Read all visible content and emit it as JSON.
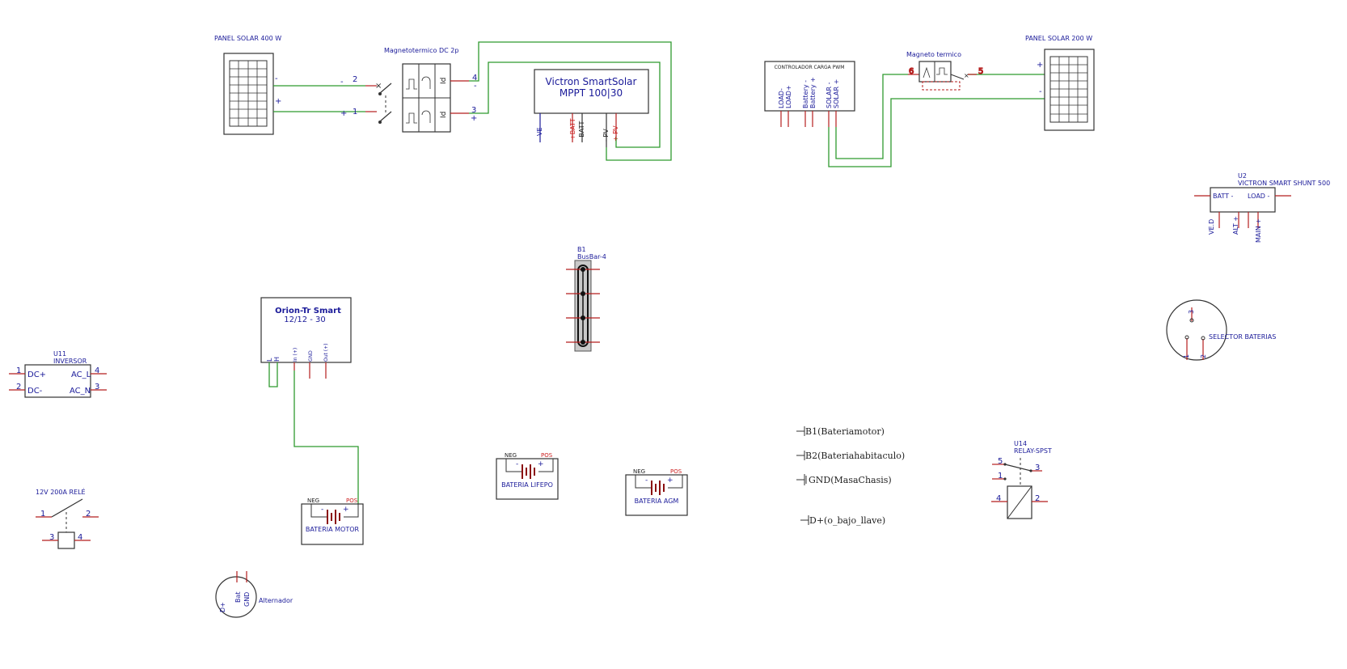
{
  "components": {
    "panel_400": {
      "title": "PANEL SOLAR 400 W",
      "pin_neg": "-",
      "pin_pos": "+"
    },
    "breaker_dc": {
      "title": "Magnetotermico DC 2p",
      "p1": "1",
      "p2": "2",
      "p3": "3",
      "p4": "4",
      "m1": "-",
      "m2": "+",
      "m3": "-",
      "m4": "+",
      "id_label": "Id"
    },
    "mppt": {
      "line1": "Victron SmartSolar",
      "line2": "MPPT 100|30",
      "pin_ve": "VE",
      "pin_batt_pos": "+BATT",
      "pin_batt_neg": "- BATT",
      "pin_pv_neg": "- PV",
      "pin_pv_pos": "+ PV"
    },
    "pwm": {
      "title": "CONTROLADOR CARGA PWM",
      "pins": [
        "LOAD-",
        "LOAD+",
        "Battery -",
        "Battery +",
        "SOLAR -",
        "SOLAR +"
      ]
    },
    "breaker2": {
      "title": "Magneto termico",
      "p6": "6",
      "p5": "5"
    },
    "panel_200": {
      "title": "PANEL SOLAR 200 W",
      "pin_pos": "+",
      "pin_neg": "-"
    },
    "shunt": {
      "ref": "U2",
      "name": "VICTRON SMART SHUNT 500",
      "batt": "BATT -",
      "load": "LOAD -",
      "pins": [
        "VE.D",
        "ALT +",
        "MAIN +"
      ]
    },
    "busbar": {
      "ref": "B1",
      "name": "BusBar-4"
    },
    "orion": {
      "line1": "Orion-Tr Smart",
      "line2": "12/12 - 30",
      "pins": [
        "L",
        "H",
        "In (+)",
        "GND",
        "Out (+)"
      ]
    },
    "inversor": {
      "ref": "U11",
      "name": "INVERSOR",
      "dcp": "DC+",
      "dcn": "DC-",
      "acl": "AC_L",
      "acn": "AC_N",
      "p1": "1",
      "p2": "2",
      "p3": "3",
      "p4": "4"
    },
    "selector": {
      "label": "SELECTOR BATERIAS",
      "p1": "1",
      "p2": "2",
      "p3": "3"
    },
    "relay200": {
      "title": "12V 200A RELÉ",
      "p1": "1",
      "p2": "2",
      "p3": "3",
      "p4": "4"
    },
    "bat_motor": {
      "label": "BATERIA MOTOR",
      "neg": "NEG",
      "pos": "POS"
    },
    "bat_lifepo": {
      "label": "BATERIA LIFEPO",
      "neg": "NEG",
      "pos": "POS"
    },
    "bat_agm": {
      "label": "BATERIA AGM",
      "neg": "NEG",
      "pos": "POS"
    },
    "nets": [
      "B1(Bateriamotor)",
      "B2(Bateriahabitaculo)",
      "GND(MasaChasis)",
      "D+(o_bajo_llave)"
    ],
    "relay_spst": {
      "ref": "U14",
      "name": "RELAY-SPST",
      "p1": "1",
      "p2": "2",
      "p3": "3",
      "p4": "4",
      "p5": "5"
    },
    "alternador": {
      "label": "Alternador",
      "pins": [
        "D+",
        "Bat",
        "GND"
      ]
    }
  }
}
